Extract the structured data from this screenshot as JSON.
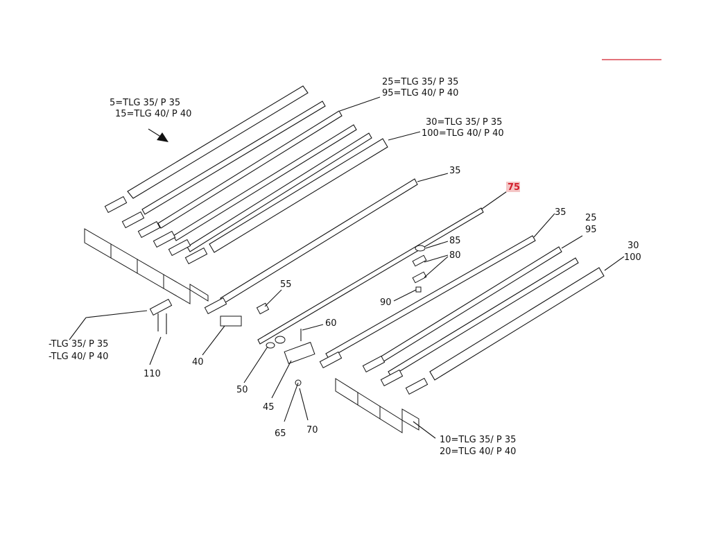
{
  "colors": {
    "highlight": "#d21e2b",
    "highlight_bg": "#f4c6c6",
    "ink": "#111111",
    "background": "#ffffff"
  },
  "labels": {
    "top_left_1": "5=TLG 35/ P 35",
    "top_left_2": "15=TLG 40/ P 40",
    "top_mid_1": "25=TLG 35/ P 35",
    "top_mid_2": "95=TLG 40/ P 40",
    "top_right_1": "30=TLG 35/ P 35",
    "top_right_2": "100=TLG 40/ P 40",
    "left_1": "-TLG 35/ P 35",
    "left_2": "-TLG 40/ P 40",
    "bottom_right_1": "10=TLG 35/ P 35",
    "bottom_right_2": "20=TLG 40/ P 40",
    "n35a": "35",
    "n75": "75",
    "n35b": "35",
    "n25": "25",
    "n95": "95",
    "n30": "30",
    "n100": "100",
    "n85": "85",
    "n80": "80",
    "n90": "90",
    "n55": "55",
    "n60": "60",
    "n40": "40",
    "n50": "50",
    "n45": "45",
    "n65": "65",
    "n70": "70",
    "n110": "110"
  }
}
